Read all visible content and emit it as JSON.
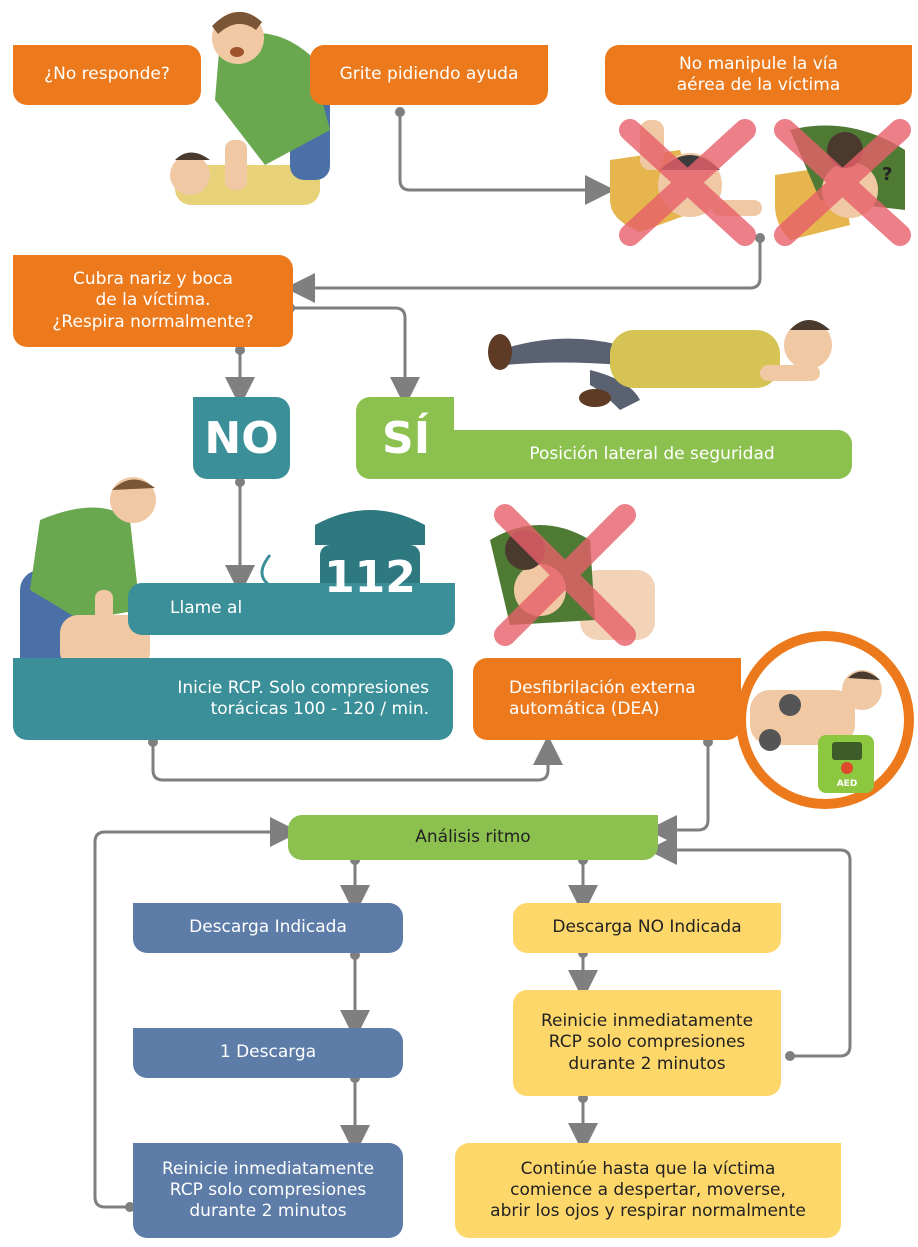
{
  "colors": {
    "orange": "#ec7a1d",
    "teal": "#3a8f98",
    "green": "#8cc04f",
    "blue": "#5d7ca8",
    "yellow": "#fdd76a",
    "connector": "#7f7f7f",
    "cross": "#e8606a"
  },
  "steps": {
    "no_responde": "¿No responde?",
    "grite": "Grite pidiendo ayuda",
    "no_manipule": "No manipule la vía\naérea de la víctima",
    "cubra": "Cubra nariz y boca\nde la víctima.\n¿Respira normalmente?",
    "no": "NO",
    "si": "SÍ",
    "posicion": "Posición lateral de seguridad",
    "llame": "Llame al",
    "phone_number": "112",
    "inicie_rcp": "Inicie RCP. Solo compresiones\ntorácicas 100 - 120 / min.",
    "dea": "Desfibrilación externa\nautomática (DEA)",
    "aed_label": "AED",
    "analisis": "Análisis ritmo",
    "descarga_indicada": "Descarga Indicada",
    "descarga_no": "Descarga NO Indicada",
    "una_descarga": "1 Descarga",
    "reinicie_left": "Reinicie inmediatamente\nRCP solo compresiones\ndurante 2 minutos",
    "reinicie_right": "Reinicie inmediatamente\nRCP solo compresiones\ndurante 2 minutos",
    "continue": "Continúe hasta que la víctima\ncomience a despertar, moverse,\nabrir los ojos y respirar normalmente"
  },
  "illustrations": {
    "rescuer_shouting": "person-shouting-illustration",
    "airway_wrong_1": "airway-manipulation-crossed",
    "airway_wrong_2": "mouth-check-crossed",
    "recovery_position": "recovery-position-illustration",
    "cpr_compressions": "cpr-illustration",
    "rescue_breath_crossed": "mouth-to-mouth-crossed",
    "phone": "phone-icon",
    "defibrillator": "aed-illustration"
  }
}
